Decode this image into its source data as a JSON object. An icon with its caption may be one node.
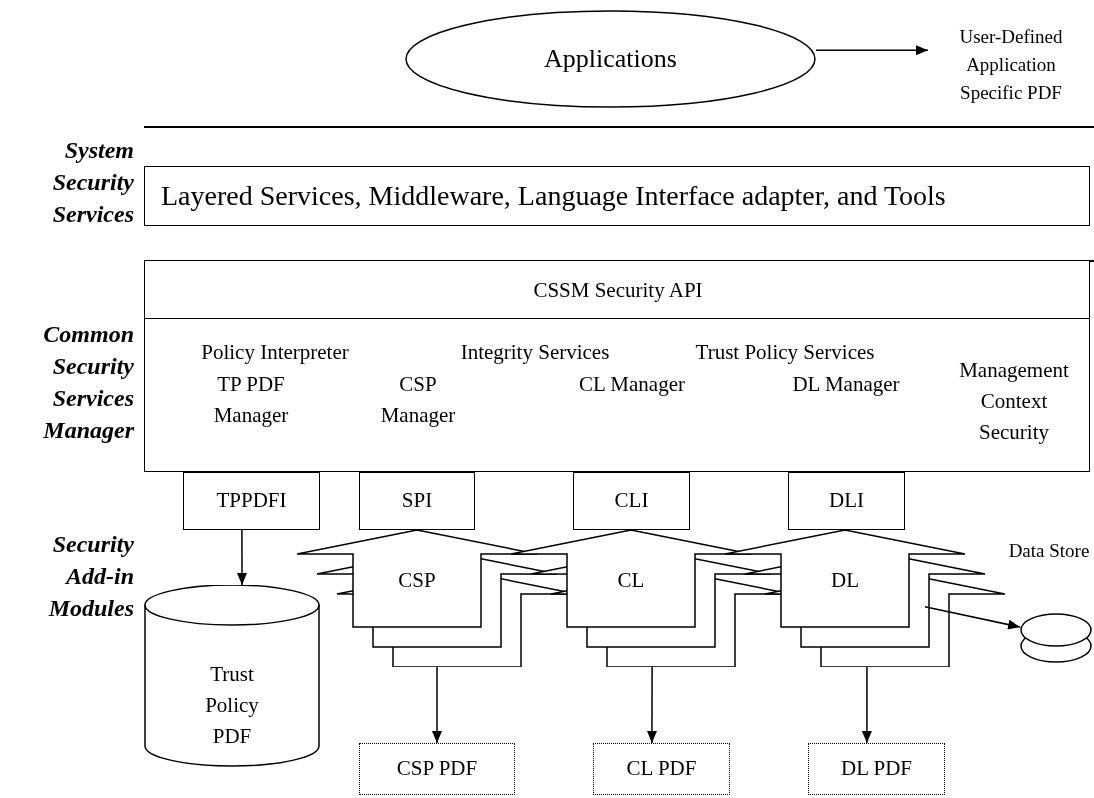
{
  "diagram": {
    "nodes": [
      {
        "text": [
          "Applications"
        ]
      },
      {
        "text": [
          "User-Defined Application Specific PDF"
        ]
      },
      {
        "text": [
          "Layered Services, Middleware, Language Interface adapter, and Tools"
        ]
      },
      {
        "text": [
          "CSSM Security API",
          "Policy Interpreter",
          "Integrity Services",
          "Trust Policy Services",
          "TP PDF Manager",
          "CSP Manager",
          "CL Manager",
          "DL Manager",
          "Management Context Security"
        ]
      },
      {
        "text": [
          "TPPDFI"
        ]
      },
      {
        "text": [
          "SPI"
        ]
      },
      {
        "text": [
          "CLI"
        ]
      },
      {
        "text": [
          "DLI"
        ]
      },
      {
        "text": [
          "Trust Policy PDF"
        ]
      },
      {
        "text": [
          "CSP"
        ]
      },
      {
        "text": [
          "CL"
        ]
      },
      {
        "text": [
          "DL"
        ]
      },
      {
        "text": [
          "Data Store"
        ]
      },
      {
        "text": [
          "CSP PDF"
        ]
      },
      {
        "text": [
          "CL PDF"
        ]
      },
      {
        "text": [
          "DL PDF"
        ]
      }
    ],
    "edges": [
      {
        "from": 0,
        "to": 1,
        "arrow": "to"
      },
      {
        "from": 4,
        "to": 8,
        "arrow": "to"
      },
      {
        "from": 9,
        "to": 13,
        "arrow": "to"
      },
      {
        "from": 10,
        "to": 14,
        "arrow": "to"
      },
      {
        "from": 11,
        "to": 15,
        "arrow": "to"
      },
      {
        "from": 11,
        "to": 12,
        "arrow": "to"
      }
    ],
    "labels": [
      "System Security Services",
      "Common Security Services Manager",
      "Security Add-in Modules"
    ]
  }
}
